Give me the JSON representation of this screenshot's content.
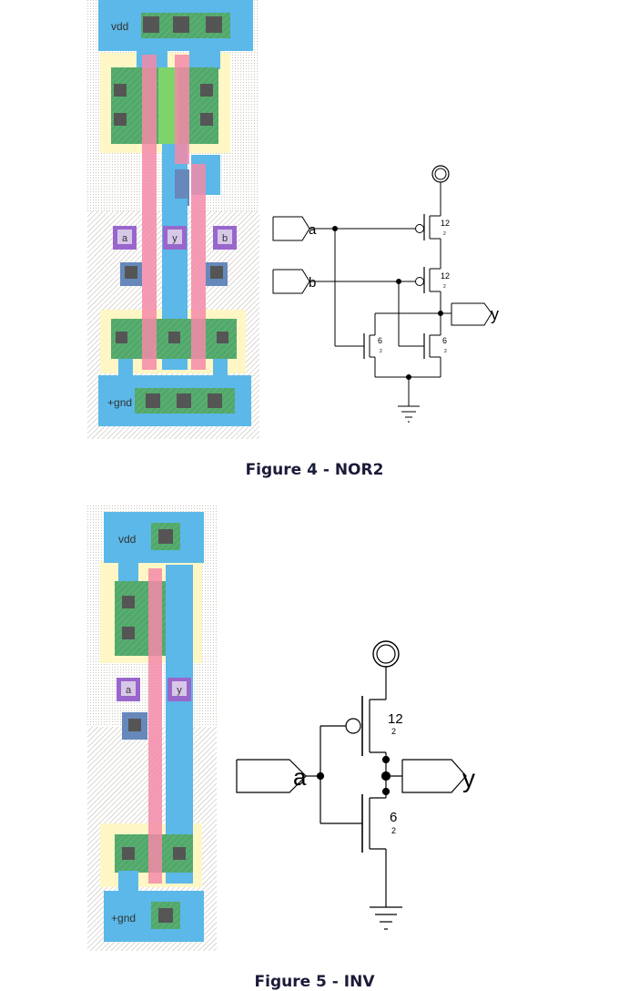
{
  "figure4": {
    "caption": "Figure 4 - NOR2",
    "layout": {
      "vdd": "vdd",
      "gnd": "gnd",
      "pins": [
        "a",
        "y",
        "b"
      ]
    },
    "schematic": {
      "inputs": [
        "a",
        "b"
      ],
      "output": "y",
      "pmos_size": "12",
      "pmos_len": "2",
      "nmos_size": "6",
      "nmos_len": "2"
    }
  },
  "figure5": {
    "caption": "Figure 5 - INV",
    "layout": {
      "vdd": "vdd",
      "gnd": "gnd",
      "pins": [
        "a",
        "y"
      ]
    },
    "schematic": {
      "input": "a",
      "output": "y",
      "pmos_size": "12",
      "pmos_len": "2",
      "nmos_size": "6",
      "nmos_len": "2"
    }
  },
  "colors": {
    "metal1": "#5bb8e8",
    "poly": "#f48aa8",
    "active_green": "#52a86a",
    "well_yellow": "#fff4b0",
    "contact": "#555555",
    "pin_purple": "#9966cc",
    "via_blue": "#6688bb",
    "hatch_gray": "#b5b0a8"
  }
}
